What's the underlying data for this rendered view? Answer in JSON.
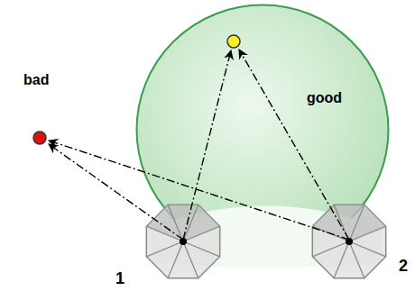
{
  "diagram": {
    "nodes": [
      {
        "text": [
          "good"
        ]
      }
    ],
    "labels": [
      "bad",
      "1",
      "2"
    ]
  }
}
